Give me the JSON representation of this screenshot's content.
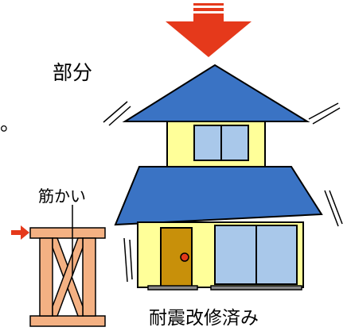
{
  "labels": {
    "partial_text": "部分",
    "period": "。",
    "brace": "筋かい",
    "caption": "耐震改修済み"
  },
  "colors": {
    "arrow": "#e5391b",
    "roof": "#3a73c4",
    "wall": "#ffff99",
    "window": "#a9c8ea",
    "door": "#c8900a",
    "doorknob": "#e23a1a",
    "timber": "#f4b183",
    "outline": "#000000",
    "sill": "#888888"
  }
}
